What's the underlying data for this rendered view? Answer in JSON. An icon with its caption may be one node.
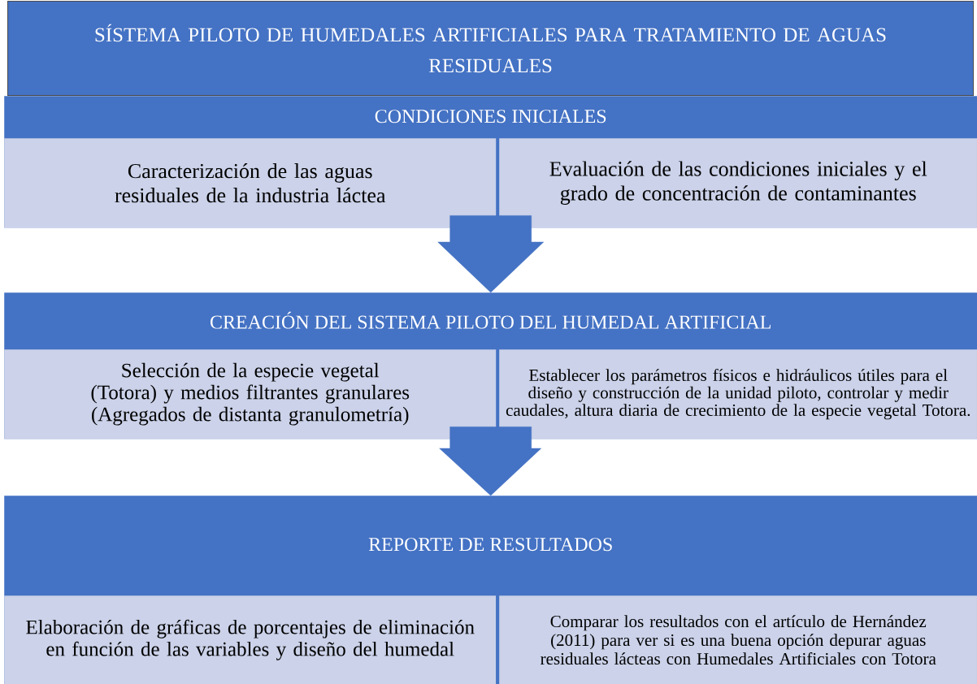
{
  "diagram": {
    "title": "SÍSTEMA PILOTO  DE HUMEDALES ARTIFICIALES PARA TRATAMIENTO DE AGUAS RESIDUALES",
    "nodes": [
      {
        "text": [
          "CONDICIONES INICIALES"
        ]
      },
      {
        "text": [
          "Caracterización de las aguas residuales de la industria láctea"
        ],
        "in": 0
      },
      {
        "text": [
          "Evaluación de las condiciones iniciales y el grado de concentración de contaminantes"
        ],
        "in": 0
      },
      {
        "text": [
          "CREACIÓN DEL SISTEMA PILOTO DEL HUMEDAL ARTIFICIAL"
        ]
      },
      {
        "text": [
          "Selección de la especie vegetal (Totora) y medios filtrantes granulares (Agregados de distanta granulometría)"
        ],
        "in": 3
      },
      {
        "text": [
          "Establecer los parámetros físicos e hidráulicos útiles para el diseño y construcción de la unidad piloto, controlar y medir caudales, altura diaria de crecimiento de la especie vegetal Totora."
        ],
        "in": 3
      },
      {
        "text": [
          "REPORTE DE RESULTADOS"
        ]
      },
      {
        "text": [
          "Elaboración de gráficas de porcentajes de eliminación en función de las variables y diseño del humedal"
        ],
        "in": 6
      },
      {
        "text": [
          "Comparar los resultados con el artículo de Hernández (2011) para ver si es una buena opción depurar aguas residuales lácteas con Humedales Artificiales con Totora"
        ],
        "in": 6
      }
    ],
    "edges": [
      {
        "from": 0,
        "to": 3,
        "arrow": "to"
      },
      {
        "from": 3,
        "to": 6,
        "arrow": "to"
      }
    ]
  }
}
